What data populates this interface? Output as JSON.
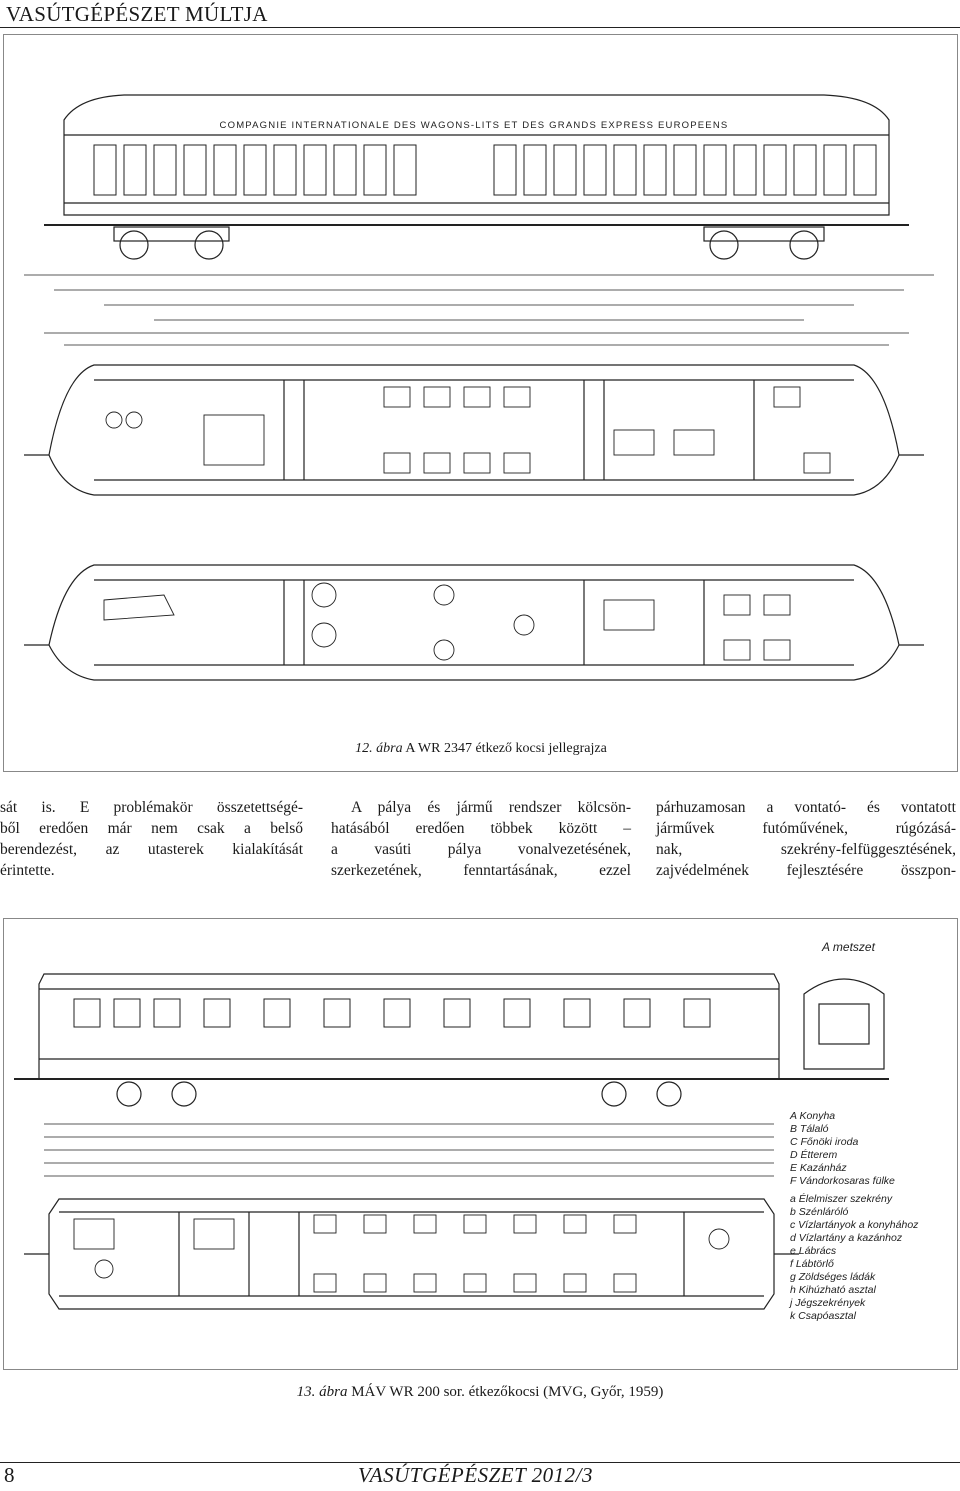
{
  "header": {
    "title": "VASÚTGÉPÉSZET MÚLTJA"
  },
  "figure1": {
    "drawing_text": "COMPAGNIE INTERNATIONALE DES WAGONS-LITS ET DES GRANDS EXPRESS EUROPEENS",
    "caption_num": "12. ábra",
    "caption_text": "A WR 2347 étkező kocsi jellegrajza"
  },
  "columns": {
    "col1": [
      "sát is. E problémakör összetettségé-",
      "ből eredően már nem csak a belső",
      "berendezést, az utasterek kialakítását",
      "érintette."
    ],
    "col2": [
      "A pálya és jármű rendszer kölcsön-",
      "hatásából eredően többek között –",
      "a vasúti pálya vonalvezetésének,",
      "szerkezetének, fenntartásának, ezzel"
    ],
    "col3": [
      "párhuzamosan a vontató- és vontatott",
      "járművek futóművének, rúgózásá-",
      "nak, szekrény-felfüggesztésének,",
      "zajvédelmének fejlesztésére összpon-"
    ]
  },
  "figure2": {
    "section_label": "A metszet",
    "legend": [
      "A Konyha",
      "B Tálaló",
      "C Főnöki iroda",
      "D Étterem",
      "E Kazánház",
      "F Vándorkosaras fülke",
      "a Élelmiszer szekrény",
      "b Szénláróló",
      "c Vízlartányok a konyhához",
      "d Vízlartány a kazánhoz",
      "e Lábrács",
      "f Lábtörlő",
      "g Zöldséges ládák",
      "h Kihúzható asztal",
      "j Jégszekrények",
      "k Csapóasztal"
    ],
    "caption_num": "13. ábra",
    "caption_text": "MÁV WR 200 sor. étkezőkocsi (MVG, Győr, 1959)"
  },
  "footer": {
    "page_number": "8",
    "journal_title": "VASÚTGÉPÉSZET 2012/3"
  }
}
